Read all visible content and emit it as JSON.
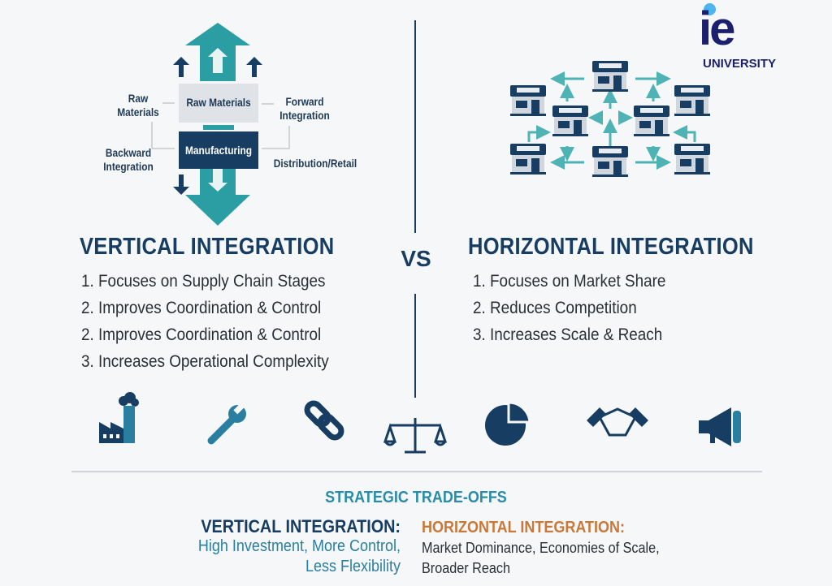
{
  "logo": {
    "mark": "ie",
    "name": "UNIVERSITY"
  },
  "vertical_diagram": {
    "box_top": "Raw Materials",
    "box_bottom": "Manufacturing",
    "left_top": "Raw Materials",
    "left_bottom": "Backward Integration",
    "right_top": "Forward Integration",
    "right_bottom": "Distribution/Retail"
  },
  "vs": "VS",
  "vertical": {
    "title": "VERTICAL INTEGRATION",
    "items": [
      "1. Focuses on Supply Chain Stages",
      "2. Improves Coordination & Control",
      "2. Improves Coordination & Control",
      "3. Increases Operational Complexity"
    ]
  },
  "horizontal": {
    "title": "HORIZONTAL INTEGRATION",
    "items": [
      "1. Focuses on Market Share",
      "2. Reduces Competition",
      "3. Increases Scale & Reach"
    ]
  },
  "icons": [
    "factory-icon",
    "wrench-icon",
    "chain-link-icon",
    "scales-icon",
    "pie-chart-icon",
    "handshake-icon",
    "megaphone-icon"
  ],
  "tradeoffs": {
    "heading": "STRATEGIC TRADE-OFFS",
    "vertical_label": "VERTICAL INTEGRATION:",
    "vertical_text_1": "High Investment, More Control,",
    "vertical_text_2": "Less Flexibility",
    "horizontal_label": "HORIZONTAL INTEGRATION:",
    "horizontal_text_1": "Market Dominance, Economies of Scale,",
    "horizontal_text_2": "Broader Reach"
  },
  "colors": {
    "navy": "#183d62",
    "teal": "#2a9ea3",
    "orange": "#c8793a",
    "logo": "#1a1f6e"
  }
}
